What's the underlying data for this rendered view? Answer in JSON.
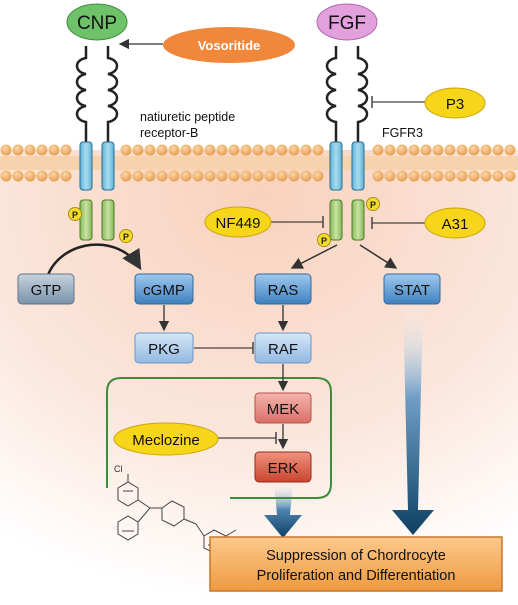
{
  "ligands": {
    "cnp": "CNP",
    "fgf": "FGF"
  },
  "drugs": {
    "vosoritide": "Vosoritide",
    "p3": "P3",
    "nf449": "NF449",
    "a31": "A31",
    "meclozine": "Meclozine"
  },
  "receptors": {
    "npr_b_line1": "natiuretic peptide",
    "npr_b_line2": "receptor-B",
    "fgfr3": "FGFR3"
  },
  "phospho_label": "P",
  "nodes": {
    "gtp": "GTP",
    "cgmp": "cGMP",
    "pkg": "PKG",
    "ras": "RAS",
    "raf": "RAF",
    "mek": "MEK",
    "erk": "ERK",
    "stat": "STAT",
    "chem_cl": "Cl"
  },
  "outcome": {
    "line1": "Suppression of Chordrocyte",
    "line2": "Proliferation and Differentiation"
  },
  "colors": {
    "cnp_fill": "#7fc97a",
    "fgf_fill": "#e3a4e0",
    "vosoritide_fill": "#f08a3c",
    "yellow_drug": "#f7d61a",
    "membrane_orange": "#f1b676",
    "cell_bg": "#fbe3d6",
    "node_blue": "#5d9ccf",
    "node_gray": "#8aa0b5",
    "node_light": "#a9c9ea",
    "node_red": "#d65c4a",
    "node_pink": "#e38d88",
    "outcome_fill": "#f6ae60",
    "arrow_dark": "#0e3f63",
    "box_green": "#3e8c3b"
  }
}
